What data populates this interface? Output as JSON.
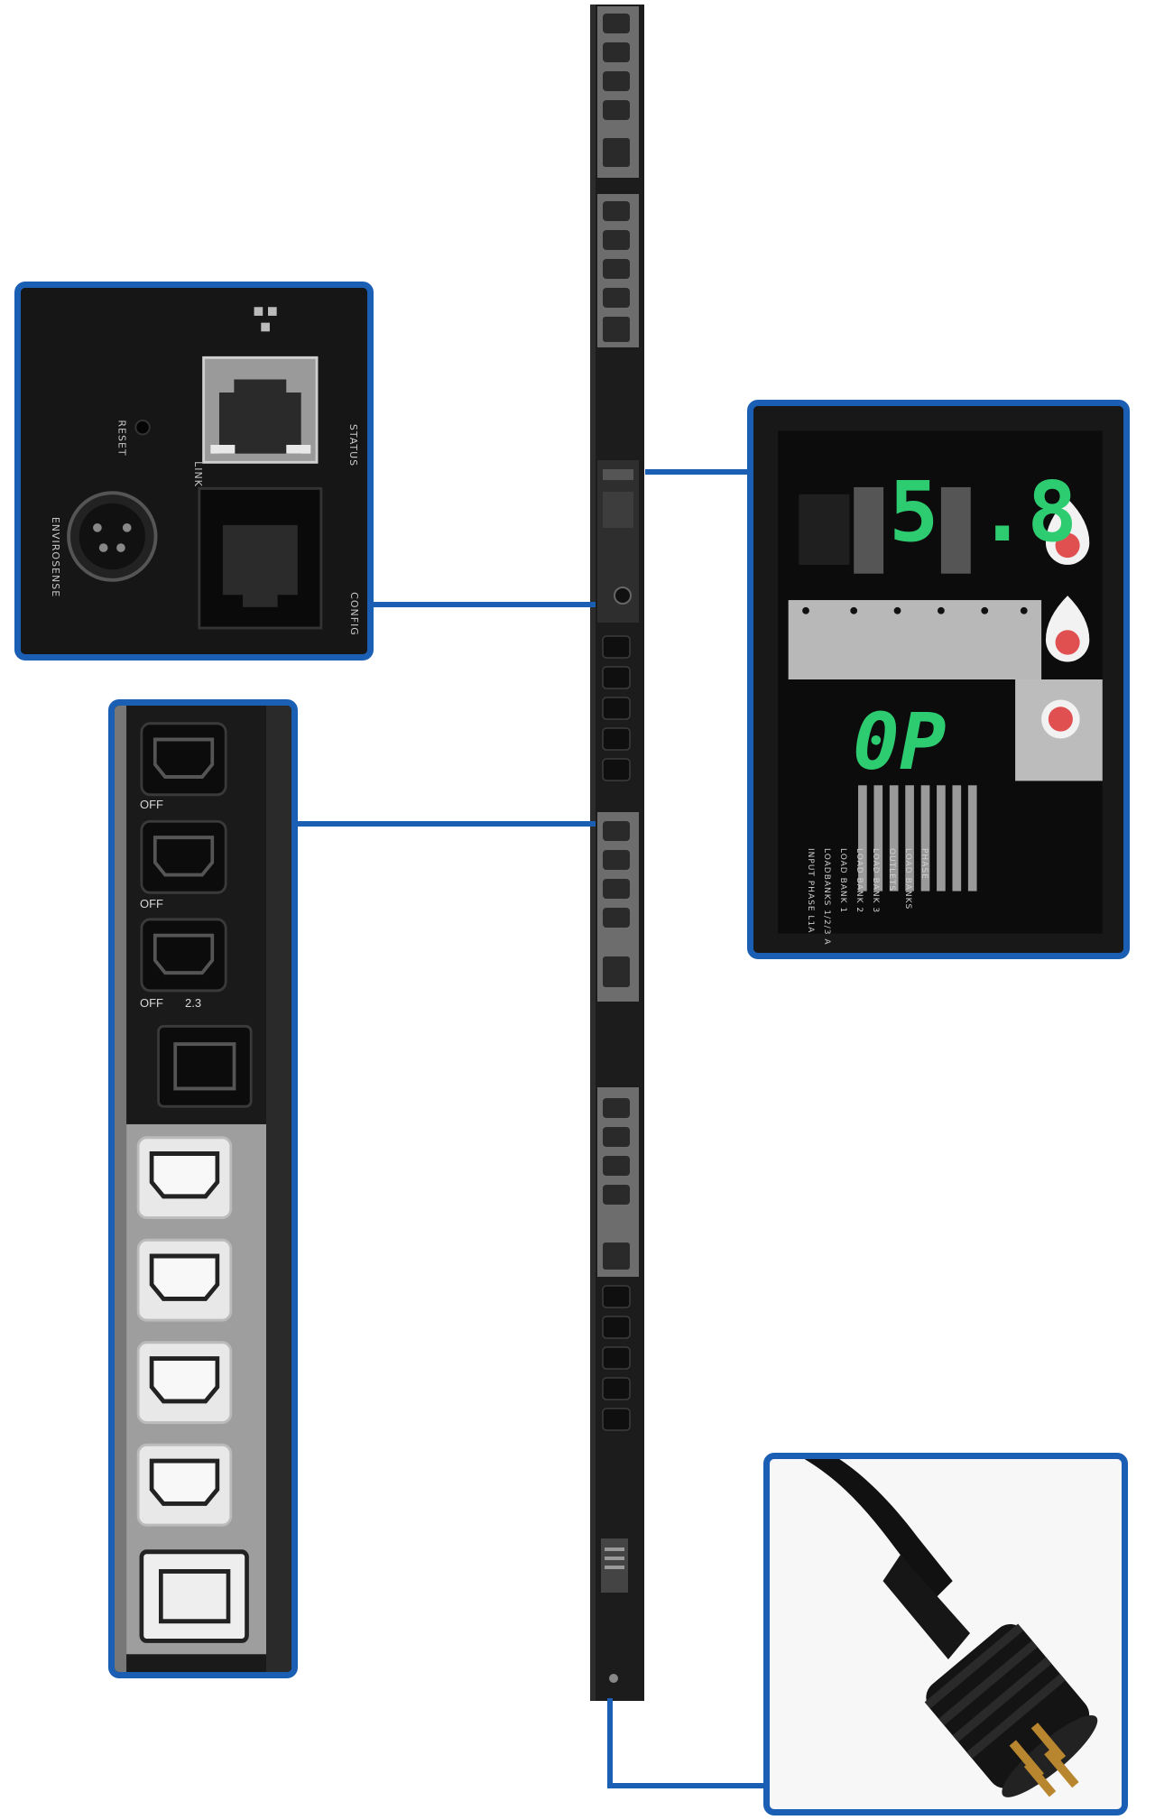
{
  "network_panel": {
    "reset_label": "RESET",
    "link_label": "LINK",
    "status_label": "STATUS",
    "envirosense_label": "ENVIROSENSE",
    "config_label": "CONFIG"
  },
  "display_panel": {
    "digit_1": "5",
    "digit_2": ".8",
    "status_code": "0P",
    "legend_text": [
      "INPUT PHASE L1A",
      "LOADBANKS 1/2/3 A",
      "LOAD BANK 1",
      "LOAD BANK 2",
      "LOAD BANK 3",
      "OUTLETS",
      "LOAD BANKS",
      "PHASE"
    ]
  },
  "outlet_panel": {
    "off_label": "OFF",
    "section_number": "2.3"
  },
  "colors": {
    "callout_border": "#1b5fb4",
    "led_green": "#2ecc71",
    "button_red": "#e05050"
  }
}
